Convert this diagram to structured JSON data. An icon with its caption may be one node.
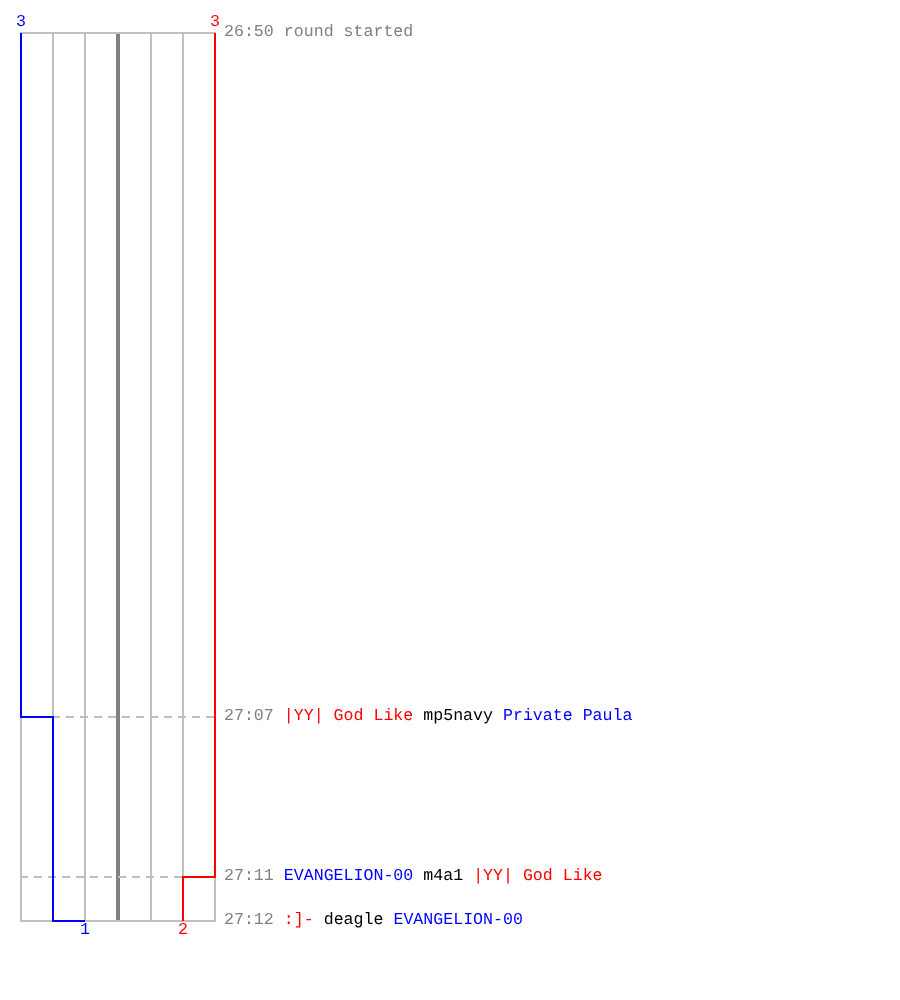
{
  "diagram": {
    "labels": [
      "3",
      "3",
      "26:50",
      "round started",
      "27:07",
      "|YY| God Like",
      "mp5navy",
      "Private Paula",
      "27:11",
      "EVANGELION-00",
      "m4a1",
      "|YY| God Like",
      "27:12",
      ":]-",
      "deagle",
      "EVANGELION-00",
      "1",
      "2"
    ]
  }
}
